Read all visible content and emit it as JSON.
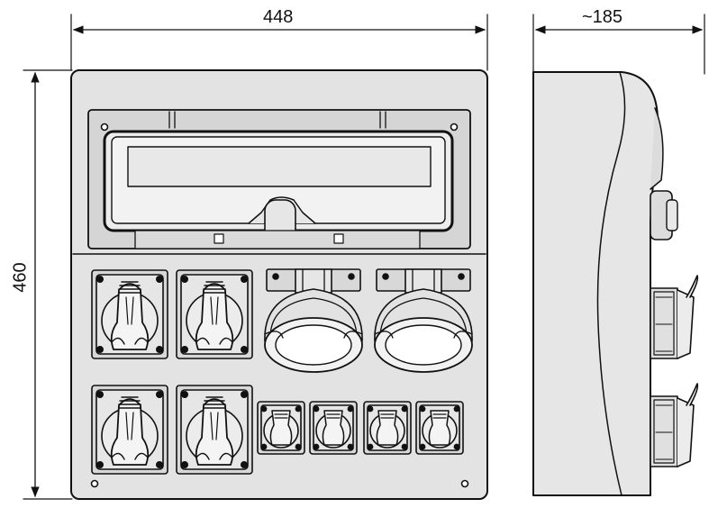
{
  "dimensions": {
    "width_label": "448",
    "depth_label": "~185",
    "height_label": "460"
  },
  "panel": {
    "large_sockets_front": 4,
    "round_sockets_front": 2,
    "small_sockets_front": 4,
    "side_sockets": 2
  }
}
